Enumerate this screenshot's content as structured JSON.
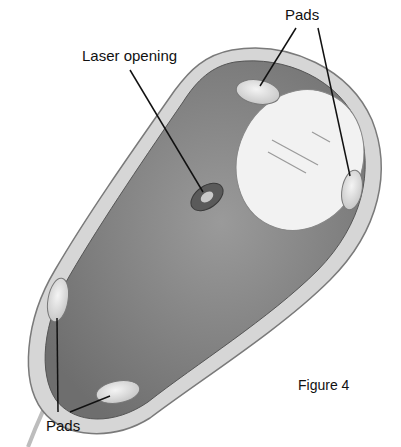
{
  "diagram": {
    "caption": "Figure 4",
    "labels": [
      "Pads",
      "Laser opening",
      "Pads"
    ]
  }
}
